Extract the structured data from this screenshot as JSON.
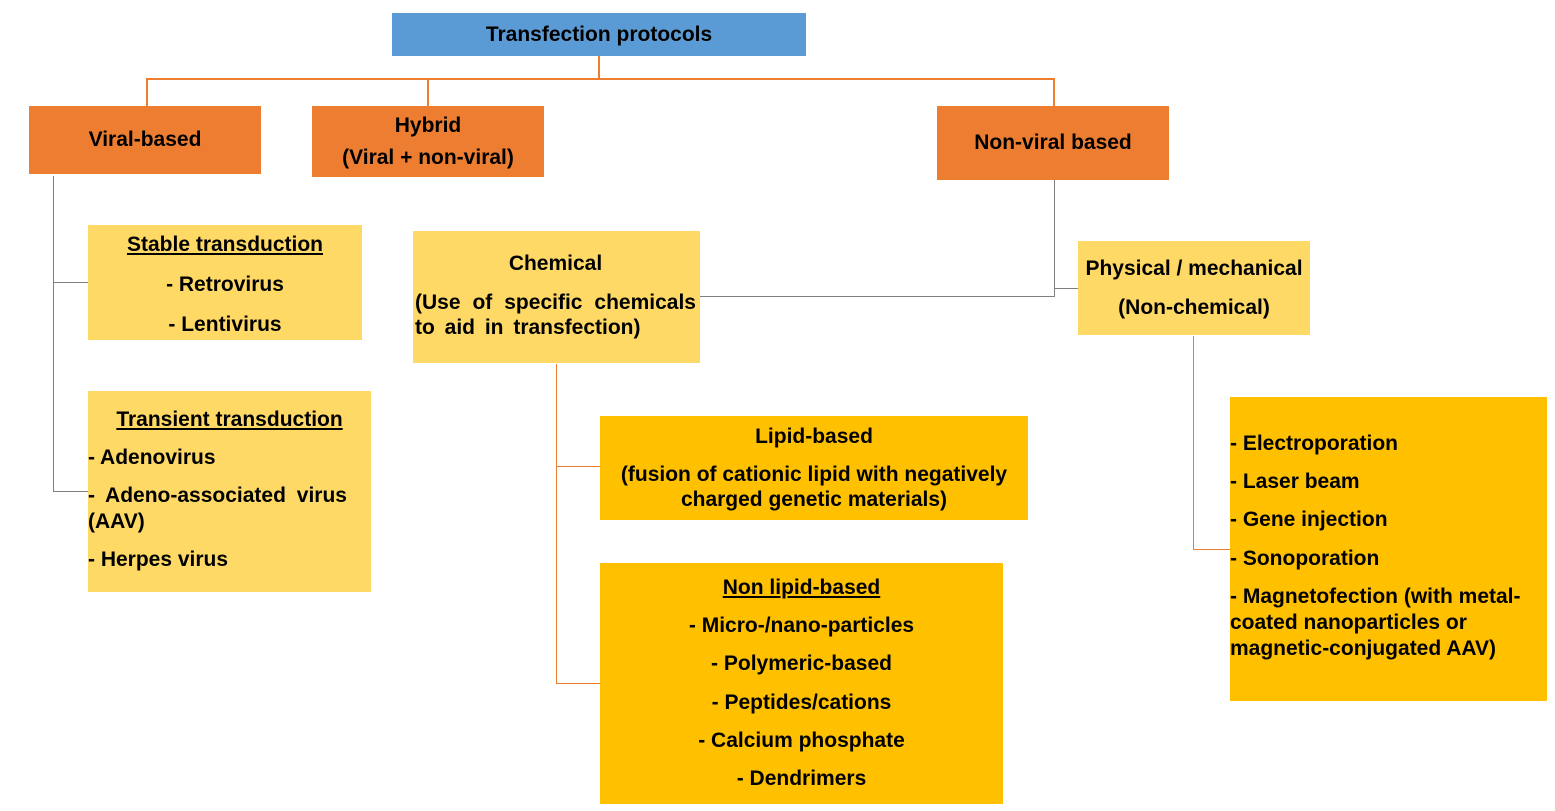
{
  "root": {
    "title": "Transfection protocols"
  },
  "categories": {
    "viral": "Viral-based",
    "hybrid": {
      "line1": "Hybrid",
      "line2": "(Viral + non-viral)"
    },
    "nonviral": "Non-viral based"
  },
  "viral": {
    "stable": {
      "heading": "Stable transduction",
      "items": [
        "- Retrovirus",
        "- Lentivirus"
      ]
    },
    "transient": {
      "heading": "Transient transduction",
      "items": [
        "- Adenovirus",
        "- Adeno-associated virus (AAV)",
        "- Herpes virus"
      ]
    }
  },
  "chemical": {
    "heading": "Chemical",
    "description": "(Use of specific chemicals to aid in transfection)",
    "lipid": {
      "heading": "Lipid-based",
      "description": "(fusion of cationic lipid with negatively charged genetic materials)"
    },
    "nonlipid": {
      "heading": "Non lipid-based",
      "items": [
        "- Micro-/nano-particles",
        "- Polymeric-based",
        "- Peptides/cations",
        "- Calcium phosphate",
        "- Dendrimers"
      ]
    }
  },
  "physical": {
    "heading": "Physical / mechanical",
    "subheading": "(Non-chemical)",
    "items": [
      "- Electroporation",
      "- Laser beam",
      "- Gene injection",
      "- Sonoporation",
      "- Magnetofection (with metal-coated nanoparticles or magnetic-conjugated AAV)"
    ]
  },
  "colors": {
    "root": "#5b9bd5",
    "category": "#ed7d31",
    "level2": "#ffd966",
    "level3": "#ffc000",
    "connector_orange": "#ed7d31",
    "connector_gray": "#7f7f7f"
  }
}
